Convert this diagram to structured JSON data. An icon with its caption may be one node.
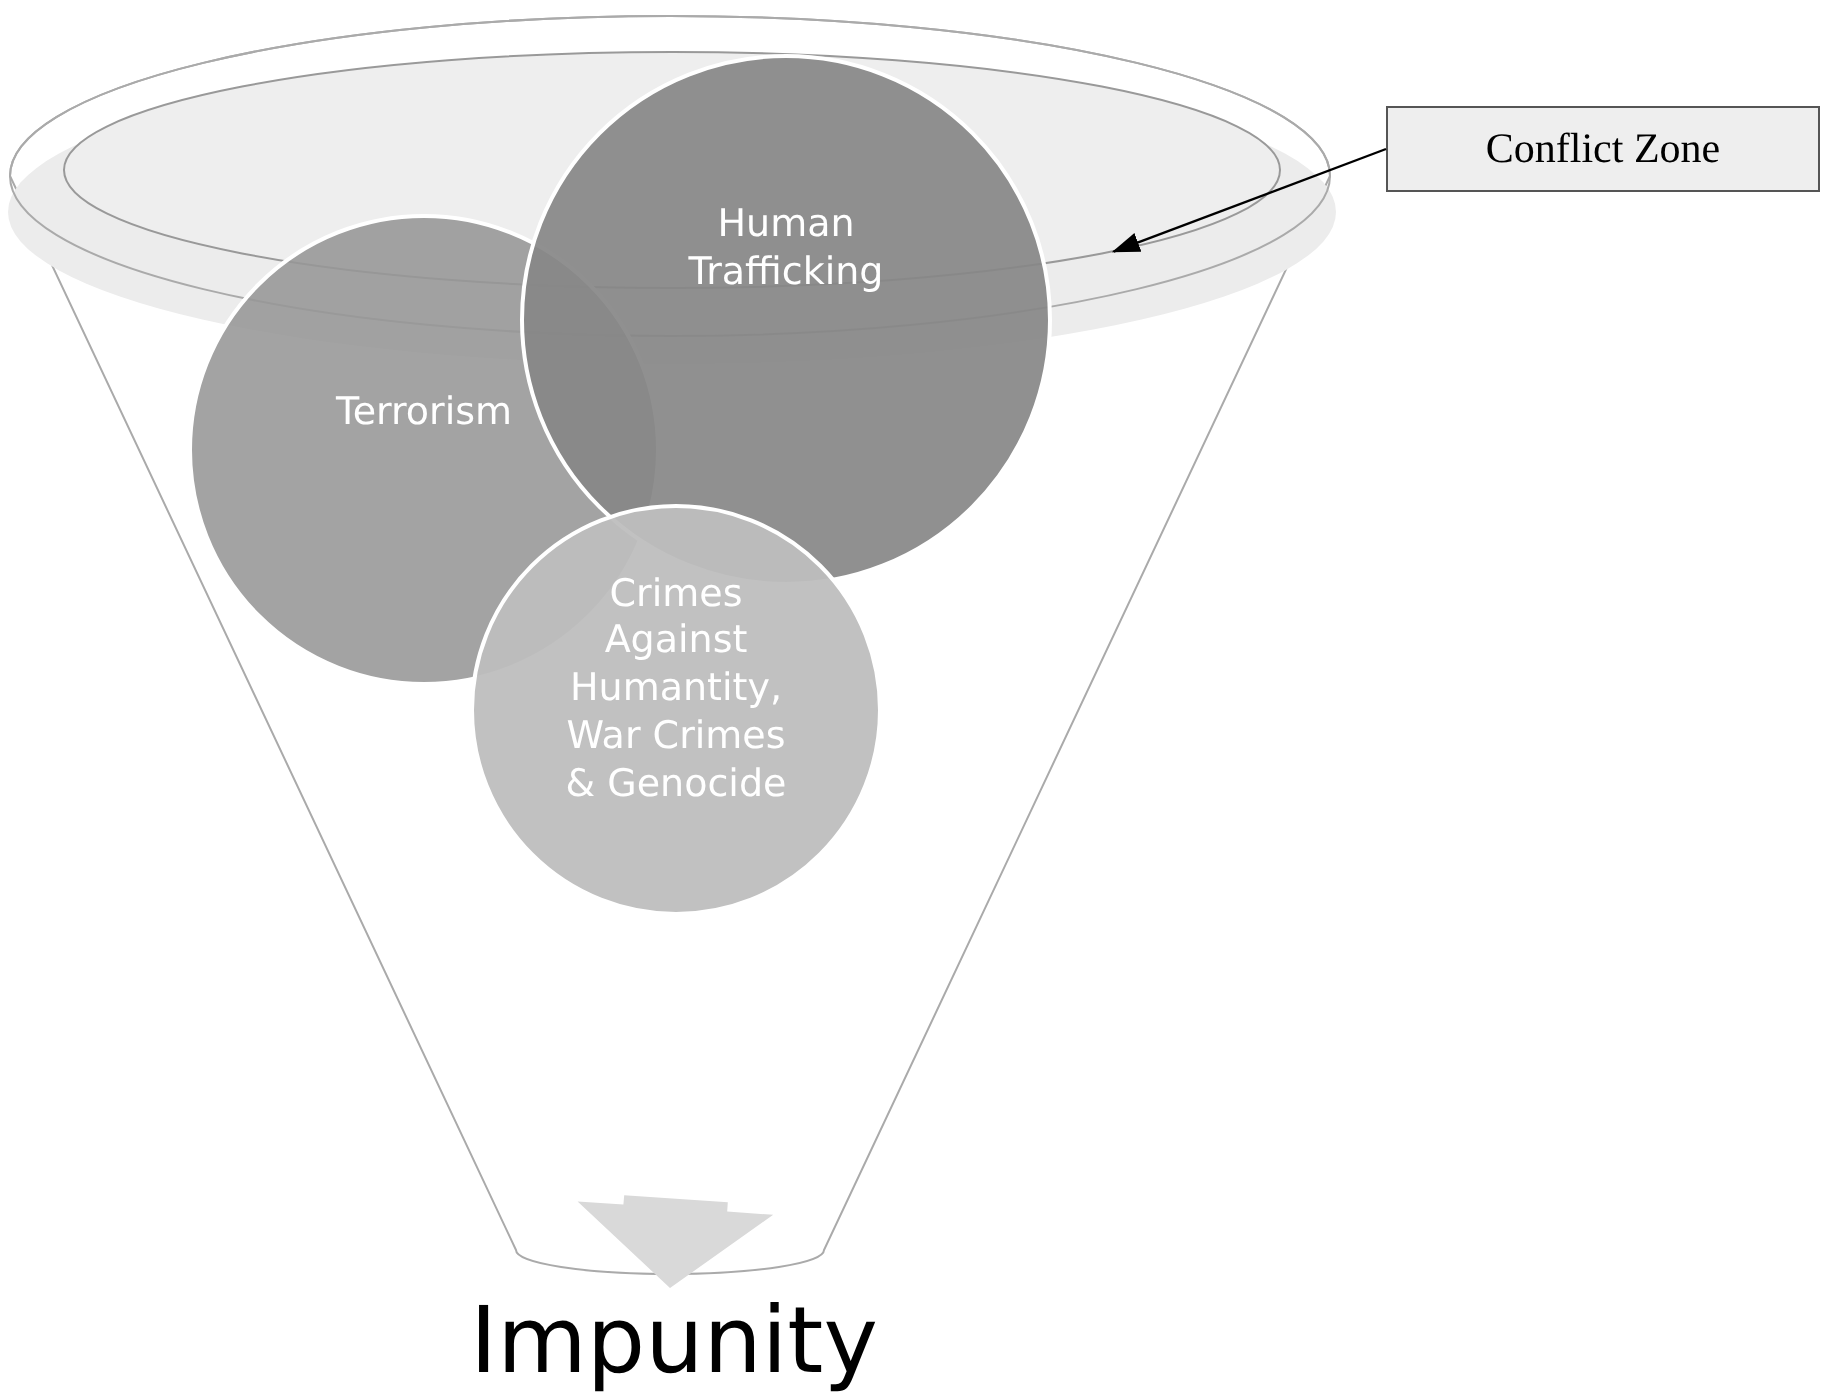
{
  "diagram": {
    "nodes": [
      {
        "text": [],
        "shape": "funnel"
      },
      {
        "text": [],
        "shape": "ellipse",
        "in": 0
      },
      {
        "text": [
          "Terrorism"
        ],
        "in": 0
      },
      {
        "text": [
          "Human Trafficking"
        ],
        "in": 0
      },
      {
        "text": [
          "Crimes Against Humantity, War Crimes & Genocide"
        ],
        "in": 0
      },
      {
        "text": [
          "Conflict Zone"
        ]
      },
      {
        "text": [
          "Impunity"
        ]
      }
    ],
    "edges": [
      {
        "from": 5,
        "to": 1,
        "arrow": "to"
      },
      {
        "from": 0,
        "to": 6,
        "arrow": "to",
        "style": "thick",
        "color": "#d9d9d9"
      }
    ]
  }
}
